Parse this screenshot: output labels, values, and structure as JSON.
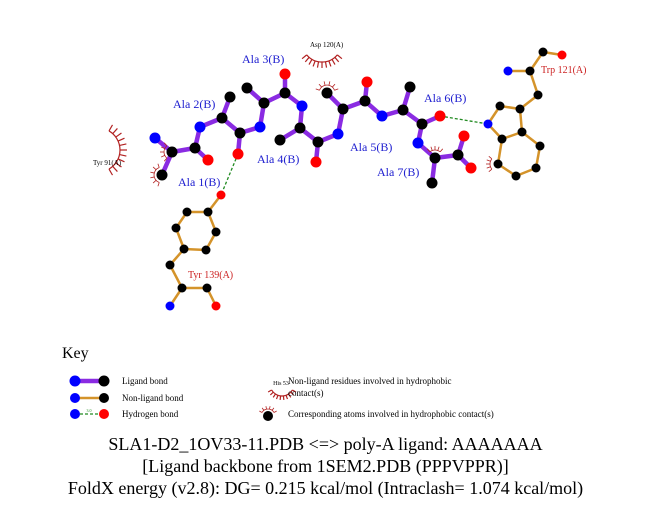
{
  "residue_labels": {
    "ala1": "Ala 1(B)",
    "ala2": "Ala 2(B)",
    "ala3": "Ala 3(B)",
    "ala4": "Ala 4(B)",
    "ala5": "Ala 5(B)",
    "ala6": "Ala 6(B)",
    "ala7": "Ala 7(B)",
    "asp120": "Asp 120(A)",
    "trp121": "Trp 121(A)",
    "tyr139": "Tyr 139(A)",
    "tyr91": "Tyr 91(A)"
  },
  "key": {
    "title": "Key",
    "ligand_bond": "Ligand bond",
    "nonligand_bond": "Non-ligand bond",
    "hydrogen_bond": "Hydrogen bond",
    "hbond_distance": "3.0",
    "hydrophobic_residue_example": "His 53",
    "hydrophobic_residues_line1": "Non-ligand residues involved in hydrophobic",
    "hydrophobic_residues_line2": "contact(s)",
    "hydrophobic_atoms": "Corresponding atoms involved in hydrophobic contact(s)"
  },
  "footer": {
    "line1": "SLA1-D2_1OV33-11.PDB <=> poly-A ligand: AAAAAAA",
    "line2": "[Ligand backbone from 1SEM2.PDB (PPPVPPR)]",
    "line3": "FoldX energy (v2.8): DG= 0.215 kcal/mol (Intraclash= 1.074 kcal/mol)"
  },
  "colors": {
    "ligand_bond": "#8a2be2",
    "nonligand_bond": "#d4932a",
    "carbon": "#000000",
    "nitrogen": "#0000ff",
    "oxygen": "#ff0000",
    "hbond": "#228b22",
    "hydrophobic": "#b22222",
    "ligand_label": "#2020d0",
    "residue_label": "#cc2222"
  }
}
